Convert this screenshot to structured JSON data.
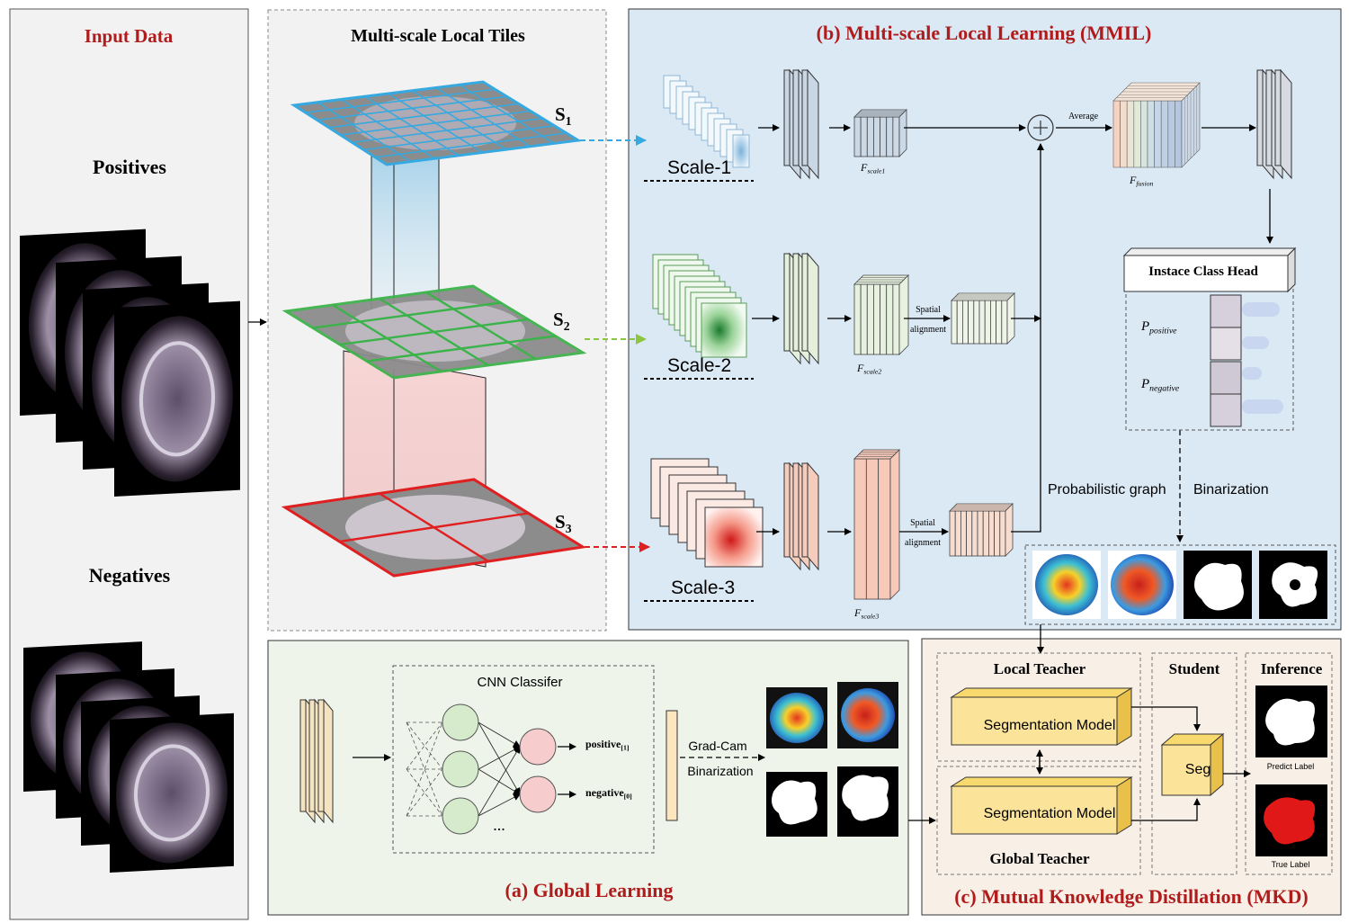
{
  "input": {
    "title": "Input Data",
    "positives": "Positives",
    "negatives": "Negatives"
  },
  "tiles": {
    "title": "Multi-scale Local Tiles",
    "s1_base": "S",
    "s1_sub": "1",
    "s2_base": "S",
    "s2_sub": "2",
    "s3_base": "S",
    "s3_sub": "3"
  },
  "mmil": {
    "title": "(b) Multi-scale Local Learning (MMIL)",
    "scale1": "Scale-1",
    "scale2": "Scale-2",
    "scale3": "Scale-3",
    "f1_base": "F",
    "f1_sub": "scale1",
    "f2_base": "F",
    "f2_sub": "scale2",
    "f3_base": "F",
    "f3_sub": "scale3",
    "ffusion_base": "F",
    "ffusion_sub": "fusion",
    "average": "Average",
    "spatial": "Spatial",
    "alignment": "alignment",
    "head_title": "Instace Class Head",
    "p_pos_base": "P",
    "p_pos_sub": "positive",
    "p_neg_base": "P",
    "p_neg_sub": "negative",
    "prob_graph": "Probabilistic graph",
    "binarization": "Binarization"
  },
  "global": {
    "title": "(a) Global Learning",
    "cnn": "CNN Classifer",
    "pos_base": "positive",
    "pos_sub": "[1]",
    "neg_base": "negative",
    "neg_sub": "[0]",
    "dots": "...",
    "gradcam": "Grad-Cam",
    "binarization": "Binarization"
  },
  "mkd": {
    "title": "(c) Mutual Knowledge Distillation (MKD)",
    "local_teacher": "Local Teacher",
    "global_teacher": "Global Teacher",
    "student": "Student",
    "inference": "Inference",
    "seg_model": "Segmentation Model",
    "seg": "Seg",
    "predict_label": "Predict Label",
    "true_label": "True Label"
  },
  "colors": {
    "title_red": "#b01c1c",
    "mmil_bg": "#dbe9f5",
    "global_bg": "#eef4ea",
    "mkd_bg": "#f8efe6",
    "input_bg": "#f2f2f2",
    "s1_blue": "#36a9e0",
    "s2_green": "#3cb34a",
    "s3_red": "#e02020",
    "seg_yellow": "#fbe49a"
  }
}
